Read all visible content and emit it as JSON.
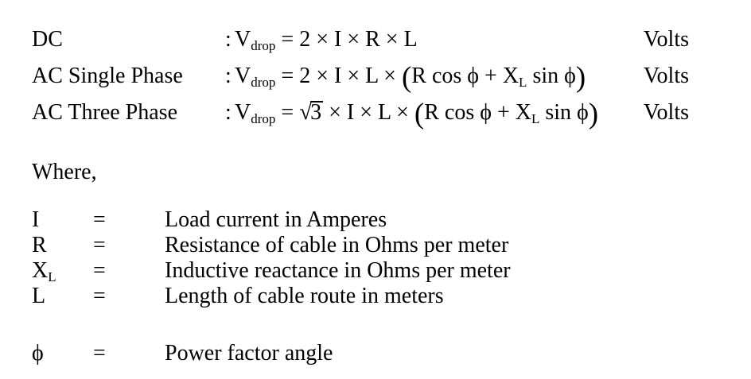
{
  "page": {
    "background": "#ffffff",
    "text_color": "#000000"
  },
  "formula_table": {
    "rows": [
      {
        "label": "DC",
        "separator": ":",
        "formula": {
          "lhs": "V",
          "lhs_sub": "drop",
          "rhs": " = 2 × I × R × L"
        },
        "unit": "Volts"
      },
      {
        "label": "AC Single Phase",
        "separator": ":",
        "formula": {
          "lhs": "V",
          "lhs_sub": "drop",
          "rhs_pre": " = 2 × I × L × ",
          "open_paren": "(",
          "inner_1": "R cos ϕ + X",
          "inner_sub": "L",
          "inner_2": " sin ϕ",
          "close_paren": ")"
        },
        "unit": "Volts"
      },
      {
        "label": "AC Three Phase",
        "separator": ":",
        "formula": {
          "lhs": "V",
          "lhs_sub": "drop",
          "rhs_pre": " = ",
          "sqrt_sign": "√",
          "radicand": "3",
          "after_sqrt": " × I × L × ",
          "open_paren": "(",
          "inner_1": "R cos ϕ + X",
          "inner_sub": "L",
          "inner_2": " sin ϕ",
          "close_paren": ")"
        },
        "unit": "Volts"
      }
    ]
  },
  "where_label": "Where,",
  "definitions": [
    {
      "symbol": "I",
      "symbol_sub": "",
      "equals": "=",
      "description": "Load current in Amperes"
    },
    {
      "symbol": "R",
      "symbol_sub": "",
      "equals": "=",
      "description": "Resistance of cable in Ohms per meter"
    },
    {
      "symbol": "X",
      "symbol_sub": "L",
      "equals": "=",
      "description": "Inductive reactance in Ohms per meter"
    },
    {
      "symbol": "L",
      "symbol_sub": "",
      "equals": "=",
      "description": "Length of cable route in meters"
    },
    {
      "symbol": "ϕ",
      "symbol_sub": "",
      "equals": "=",
      "description": "Power factor angle"
    }
  ]
}
